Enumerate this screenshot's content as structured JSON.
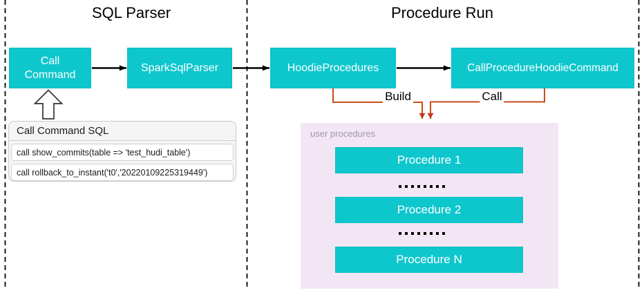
{
  "titles": {
    "left": "SQL Parser",
    "right": "Procedure Run"
  },
  "nodes": {
    "call_command": "Call\nCommand",
    "spark_sql_parser": "SparkSqlParser",
    "hoodie_procedures": "HoodieProcedures",
    "call_procedure_hoodie_command": "CallProcedureHoodieCommand"
  },
  "edge_labels": {
    "build": "Build",
    "call": "Call"
  },
  "user_procedures": {
    "label": "user procedures",
    "items": [
      "Procedure 1",
      "Procedure 2",
      "Procedure N"
    ]
  },
  "note": {
    "title": "Call Command SQL",
    "lines": [
      "call show_commits(table => 'test_hudi_table')",
      "call rollback_to_instant('t0','20220109225319449')"
    ]
  },
  "colors": {
    "node_teal": "#0EC7CD",
    "panel_lavender": "#F3E6F4",
    "connector_orange": "#CB4A17",
    "connector_arrowhead": "#C13A1E",
    "note_background": "#F5F5F5",
    "text_on_teal": "#FFFFFF",
    "muted_label": "#9D97A2",
    "dashed_border": "#000000"
  }
}
